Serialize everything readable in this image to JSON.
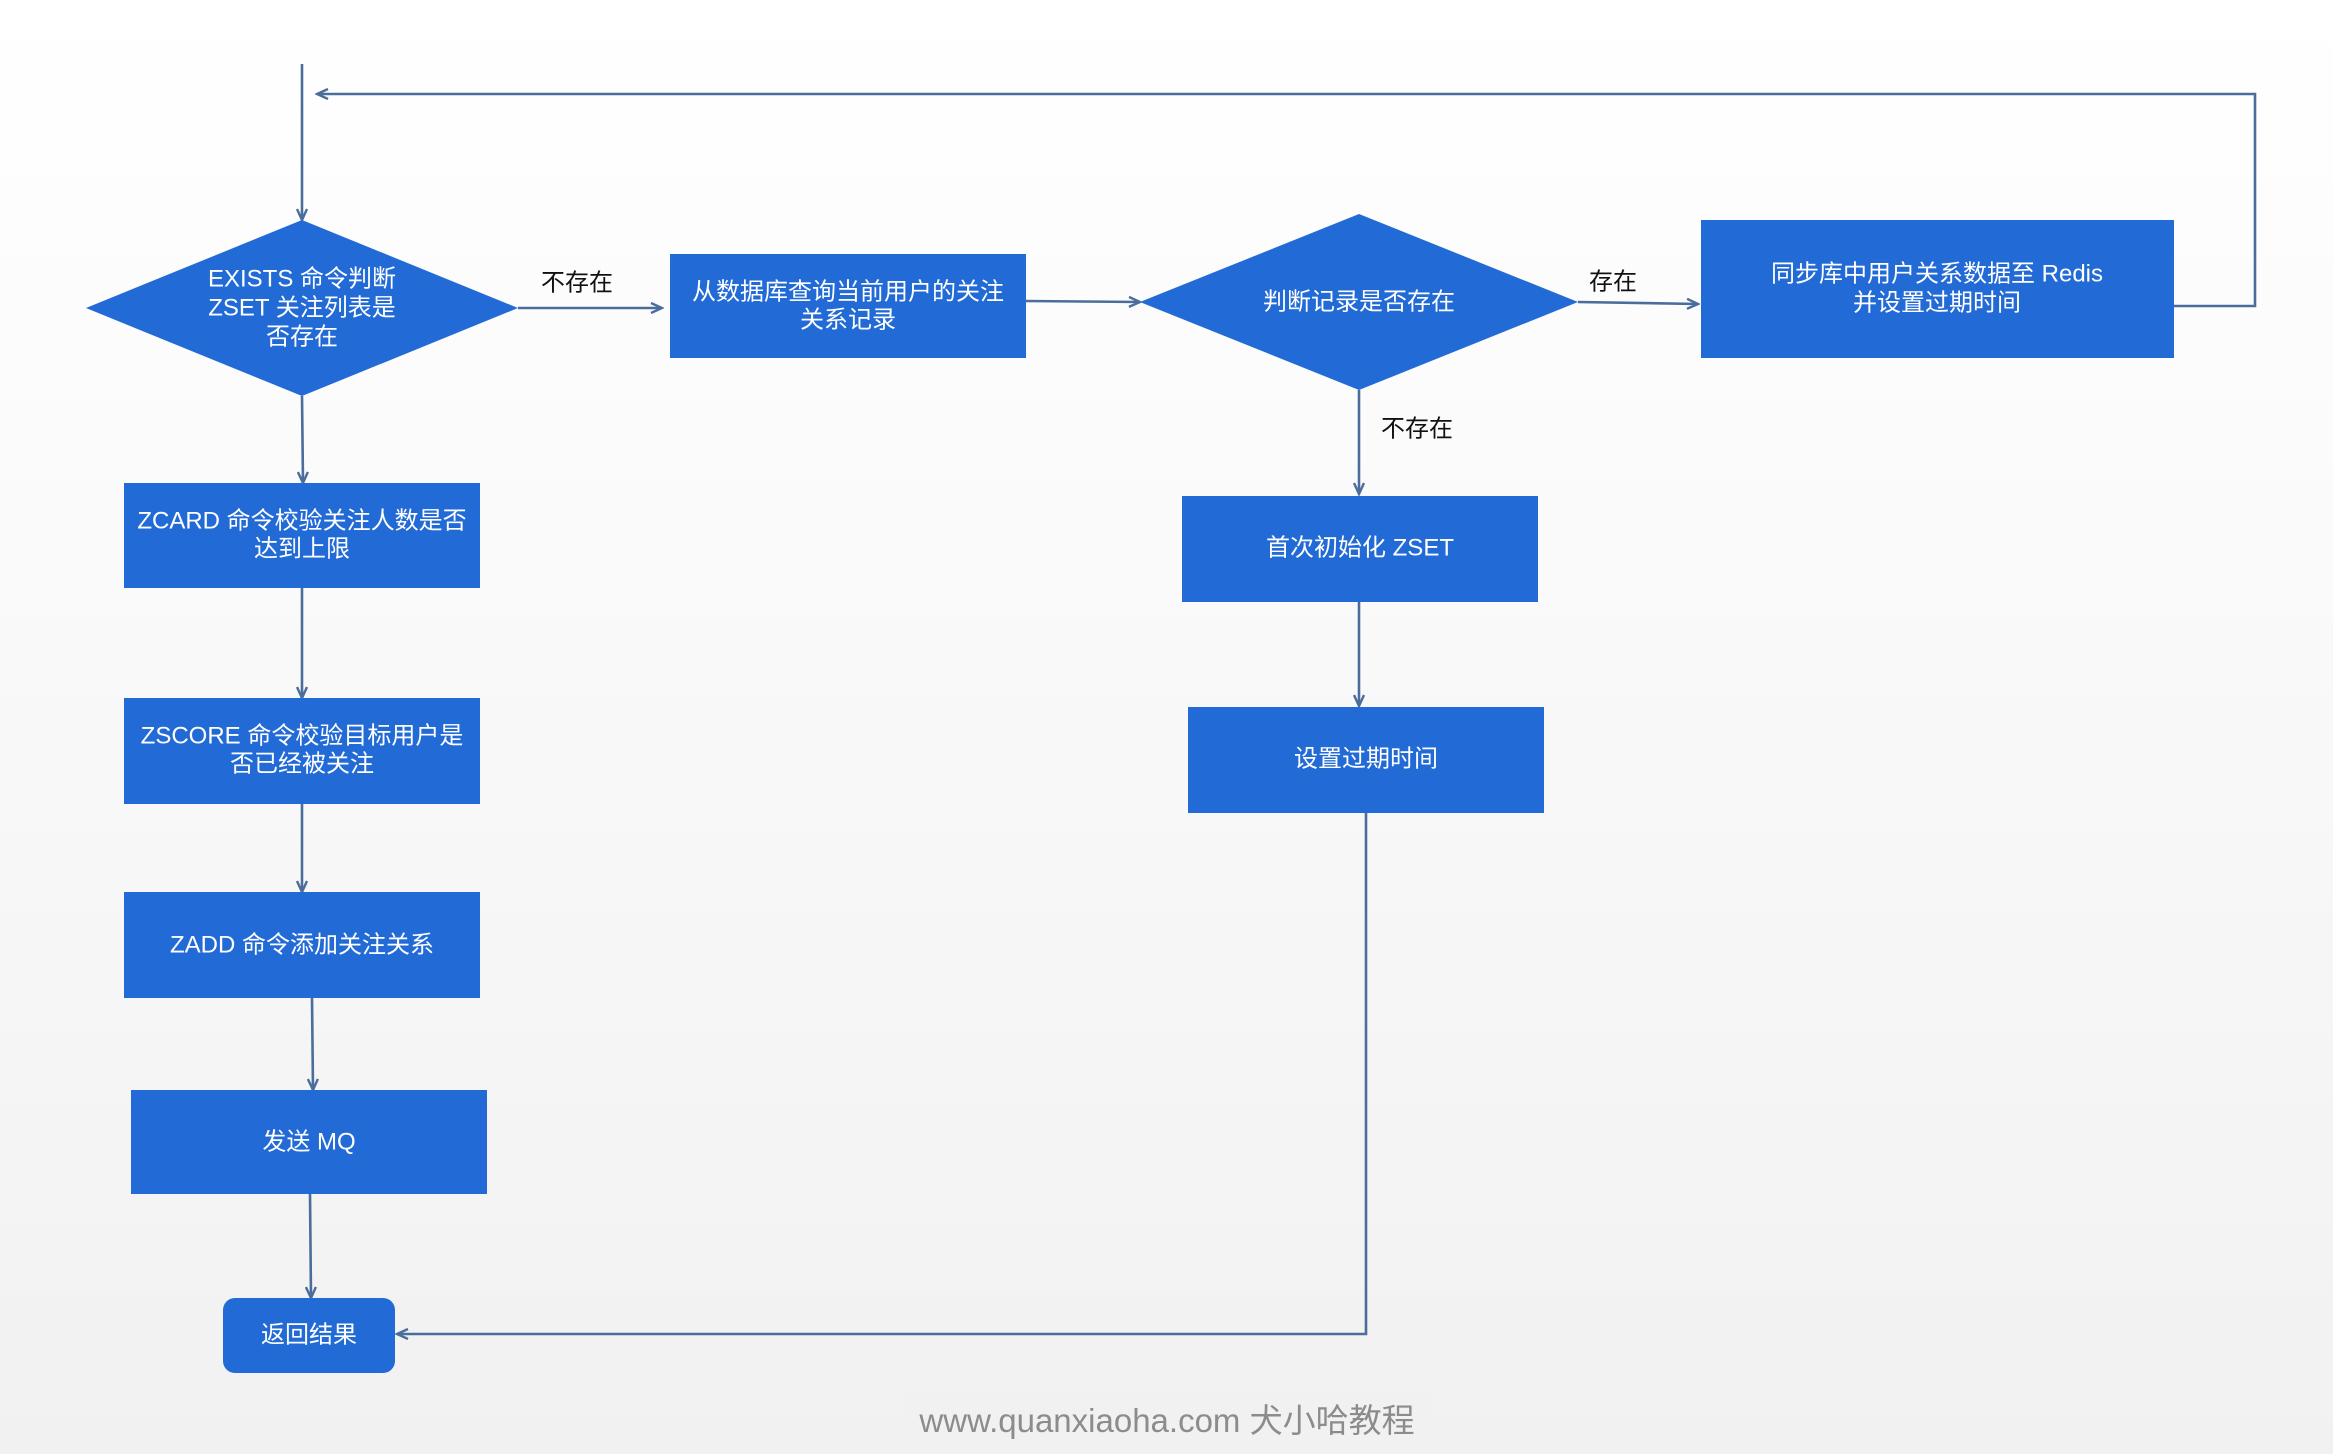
{
  "colors": {
    "node_fill": "#226bd6",
    "edge": "#4a6d9c",
    "node_text": "#ffffff",
    "label_text": "#111111"
  },
  "nodes": {
    "exists_check": {
      "lines": [
        "EXISTS 命令判断",
        "ZSET 关注列表是",
        "否存在"
      ]
    },
    "zcard_check": {
      "lines": [
        "ZCARD 命令校验关注人数是否",
        "达到上限"
      ]
    },
    "zscore_check": {
      "lines": [
        "ZSCORE 命令校验目标用户是",
        "否已经被关注"
      ]
    },
    "zadd": {
      "lines": [
        "ZADD 命令添加关注关系"
      ]
    },
    "send_mq": {
      "lines": [
        "发送 MQ"
      ]
    },
    "return_result": {
      "lines": [
        "返回结果"
      ]
    },
    "query_db": {
      "lines": [
        "从数据库查询当前用户的关注",
        "关系记录"
      ]
    },
    "record_check": {
      "lines": [
        "判断记录是否存在"
      ]
    },
    "sync_redis": {
      "lines": [
        "同步库中用户关系数据至 Redis",
        "并设置过期时间"
      ]
    },
    "init_zset": {
      "lines": [
        "首次初始化 ZSET"
      ]
    },
    "set_expire": {
      "lines": [
        "设置过期时间"
      ]
    }
  },
  "edge_labels": {
    "exists_not": "不存在",
    "record_exists": "存在",
    "record_not": "不存在"
  },
  "watermark": "www.quanxiaoha.com 犬小哈教程"
}
